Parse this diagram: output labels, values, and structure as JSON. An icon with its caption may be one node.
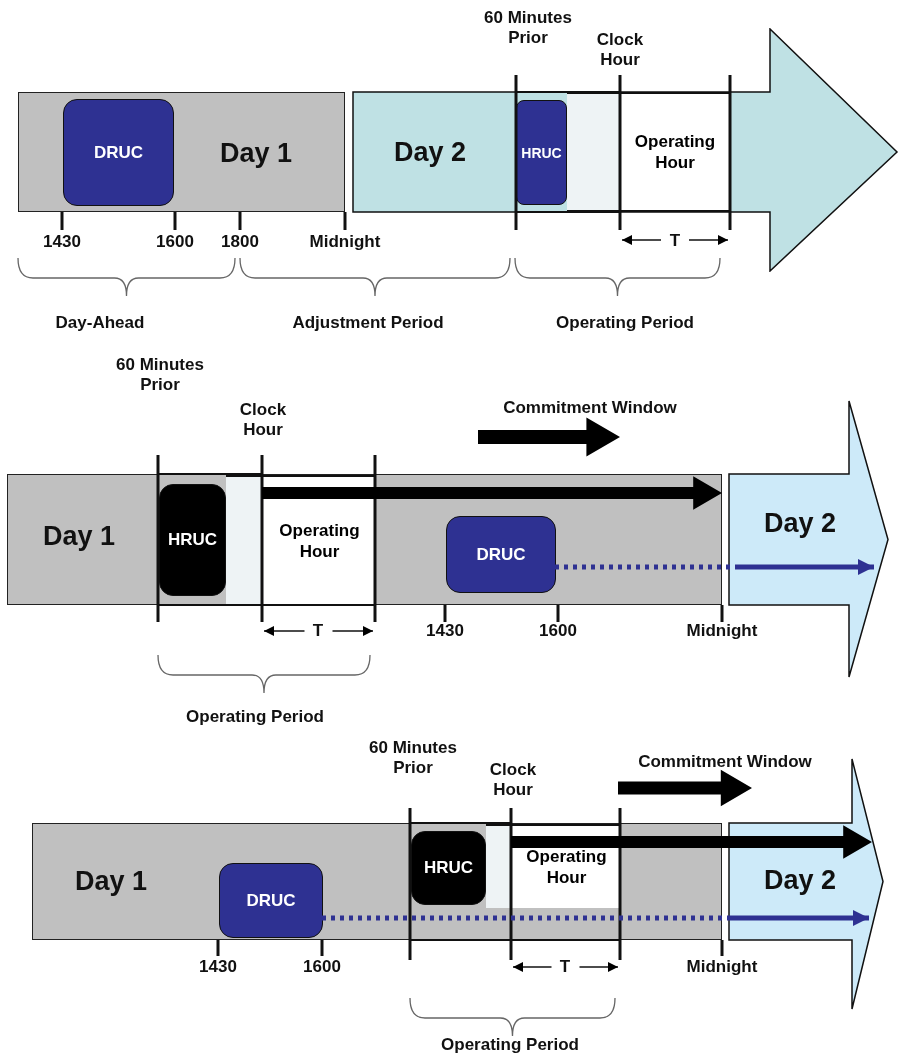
{
  "diagram": {
    "nodes": [
      {
        "text": [
          "Day 1"
        ]
      },
      {
        "text": [
          "DRUC"
        ],
        "in": 0
      },
      {
        "text": [
          "Day 2"
        ]
      },
      {
        "text": [
          "HRUC"
        ],
        "in": 2
      },
      {
        "text": [
          "Operating Hour"
        ],
        "in": 2
      },
      {
        "text": [
          "Day 1"
        ]
      },
      {
        "text": [
          "HRUC"
        ],
        "in": 5
      },
      {
        "text": [
          "Operating Hour"
        ],
        "in": 5
      },
      {
        "text": [
          "DRUC"
        ],
        "in": 5
      },
      {
        "text": [
          "Day 2"
        ]
      },
      {
        "text": [
          "Day 1"
        ]
      },
      {
        "text": [
          "DRUC"
        ],
        "in": 10
      },
      {
        "text": [
          "HRUC"
        ],
        "in": 10
      },
      {
        "text": [
          "Operating Hour"
        ],
        "in": 10
      },
      {
        "text": [
          "Day 2"
        ]
      },
      {
        "text": [],
        "shape": "box",
        "in": 2
      },
      {
        "text": [],
        "shape": "box",
        "in": 5
      },
      {
        "text": [],
        "shape": "box",
        "in": 10
      }
    ],
    "edges": [
      {
        "from": 8,
        "to": 9,
        "arrow": "to",
        "style": "dashed",
        "color": "#2e3192"
      },
      {
        "from": 11,
        "to": 14,
        "arrow": "to",
        "style": "dashed",
        "color": "#2e3192"
      }
    ],
    "labels": [
      "60 Minutes Prior",
      "Clock Hour",
      "1430",
      "1600",
      "1800",
      "Midnight",
      "T",
      "Day-Ahead",
      "Adjustment Period",
      "Operating Period",
      "60 Minutes Prior",
      "Clock Hour",
      "Commitment Window",
      "T",
      "1430",
      "1600",
      "Midnight",
      "Operating Period",
      "60 Minutes Prior",
      "Clock Hour",
      "Commitment Window",
      "1430",
      "1600",
      "T",
      "Midnight",
      "Operating Period"
    ]
  }
}
